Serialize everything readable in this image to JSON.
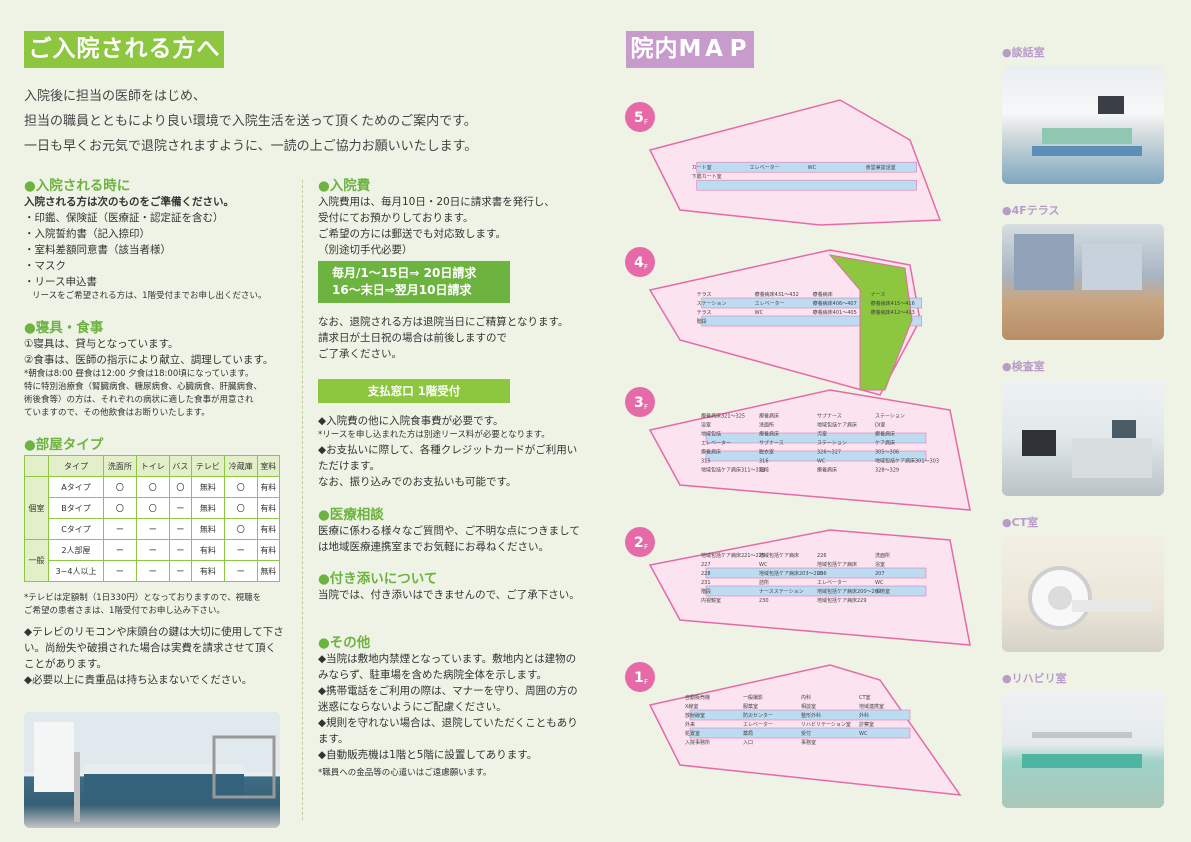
{
  "left_title": [
    "ご",
    "入",
    "院",
    "さ",
    "れ",
    "る",
    "方",
    "へ"
  ],
  "map_title": [
    "院",
    "内",
    "M",
    "A",
    "P"
  ],
  "intro": [
    "入院後に担当の医師をはじめ、",
    "担当の職員とともにより良い環境で入院生活を送って頂くためのご案内です。",
    "一日も早くお元気で退院されますように、一読の上ご協力お願いいたします。"
  ],
  "admission": {
    "heading": "●入院される時に",
    "lead": "入院される方は次のものをご準備ください。",
    "items": [
      "・印鑑、保険証（医療証・認定証を含む）",
      "・入院誓約書（記入捺印）",
      "・室料差額同意書（該当者様）",
      "・マスク",
      "・リース申込書"
    ],
    "note": "リースをご希望される方は、1階受付までお申し出ください。"
  },
  "bedding": {
    "heading": "●寝具・食事",
    "items": [
      "①寝具は、貸与となっています。",
      "②食事は、医師の指示により献立、調理しています。"
    ],
    "note": [
      "*朝食は8:00 昼食は12:00 夕食は18:00頃になっています。",
      "特に特別治療食（腎臓病食、糖尿病食、心臓病食、肝臓病食、",
      "術後食等）の方は、それぞれの病状に適した食事が用意され",
      "ていますので、その他飲食はお断りいたします。"
    ]
  },
  "rooms": {
    "heading": "●部屋タイプ",
    "columns": [
      "タイプ",
      "洗面所",
      "トイレ",
      "バス",
      "テレビ",
      "冷蔵庫",
      "室料"
    ],
    "groups": [
      {
        "label": "個室",
        "rows": [
          [
            "Aタイプ",
            "〇",
            "〇",
            "〇",
            "無料",
            "〇",
            "有料"
          ],
          [
            "Bタイプ",
            "〇",
            "〇",
            "ー",
            "無料",
            "〇",
            "有料"
          ],
          [
            "Cタイプ",
            "ー",
            "ー",
            "ー",
            "無料",
            "〇",
            "有料"
          ]
        ]
      },
      {
        "label": "一般",
        "rows": [
          [
            "2人部屋",
            "ー",
            "ー",
            "ー",
            "有料",
            "ー",
            "有料"
          ],
          [
            "3~4人以上",
            "ー",
            "ー",
            "ー",
            "有料",
            "ー",
            "無料"
          ]
        ]
      }
    ],
    "note": [
      "*テレビは定額制（1日330円）となっておりますので、視聴を",
      "ご希望の患者さまは、1階受付でお申し込み下さい。"
    ],
    "bullets": [
      "◆テレビのリモコンや床頭台の鍵は大切に使用して下さい。尚紛失や破損された場合は実費を請求させて頂くことがあります。",
      "◆必要以上に貴重品は持ち込まないでください。"
    ]
  },
  "fees": {
    "heading": "●入院費",
    "lines": [
      "入院費用は、毎月10日・20日に請求書を発行し、",
      "受付にてお預かりしております。",
      "ご希望の方には郵送でも対応致します。",
      "（別途切手代必要）"
    ],
    "pill": [
      "毎月/1～15日⇒ 20日請求",
      "16～末日⇒翌月10日請求"
    ],
    "after": [
      "なお、退院される方は退院当日にご精算となります。",
      "請求日が土日祝の場合は前後しますので",
      "ご了承ください。"
    ],
    "window": "支払窓口 1階受付",
    "bullets": [
      "◆入院費の他に入院食事費が必要です。",
      "*リースを申し込まれた方は別途リース料が必要となります。",
      "◆お支払いに際して、各種クレジットカードがご利用いただけます。",
      "なお、振り込みでのお支払いも可能です。"
    ]
  },
  "consult": {
    "heading": "●医療相談",
    "text": "医療に係わる様々なご質問や、ご不明な点につきましては地域医療連携室までお気軽にお尋ねください。"
  },
  "attendant": {
    "heading": "●付き添いについて",
    "text": "当院では、付き添いはできませんので、ご了承下さい。"
  },
  "other": {
    "heading": "●その他",
    "bullets": [
      "◆当院は敷地内禁煙となっています。敷地内とは建物のみならず、駐車場を含めた病院全体を示します。",
      "◆携帯電話をご利用の際は、マナーを守り、周囲の方の迷惑にならないようにご配慮ください。",
      "◆規則を守れない場合は、退院していただくこともあります。",
      "◆自動販売機は1階と5階に設置してあります。"
    ],
    "note": "*職員への金品等の心遣いはご遠慮願います。"
  },
  "floors": [
    {
      "num": "5",
      "unit": "F",
      "labels": [
        "カート室",
        "エレベーター",
        "WC",
        "食堂兼談話室",
        "下膳カート室"
      ]
    },
    {
      "num": "4",
      "unit": "F",
      "labels": [
        "テラス",
        "療養病床431～432",
        "療養病床",
        "ナース",
        "ステーション",
        "エレベーター",
        "療養病床406～407",
        "療養病床415～416",
        "テラス",
        "WC",
        "療養病床401～405",
        "療養病床412～413",
        "階段"
      ]
    },
    {
      "num": "3",
      "unit": "F",
      "labels": [
        "療養病床321～325",
        "療養病床",
        "サブナース",
        "ステーション",
        "浴室",
        "洗面所",
        "地域包括ケア病床",
        "DI室",
        "地域包括",
        "療養病床",
        "汚室",
        "療養病床",
        "エレベーター",
        "サブナース",
        "ステーション",
        "ケア病床",
        "療養病床",
        "脱衣室",
        "326～327",
        "305～306",
        "315",
        "316",
        "WC",
        "地域包括ケア病床301～303",
        "地域包括ケア病床311～313",
        "階段",
        "療養病床",
        "328～329"
      ]
    },
    {
      "num": "2",
      "unit": "F",
      "labels": [
        "地域包括ケア病床221～225",
        "地域包括ケア病床",
        "226",
        "洗面所",
        "227",
        "WC",
        "地域包括ケア病床",
        "浴室",
        "228",
        "地域包括ケア病床203～205",
        "206",
        "207",
        "231",
        "詰所",
        "エレベーター",
        "WC",
        "階段",
        "ナースステーション",
        "地域包括ケア病床200～202",
        "手術室",
        "内視鏡室",
        "230",
        "地域包括ケア病床229"
      ]
    },
    {
      "num": "1",
      "unit": "F",
      "labels": [
        "自動販売機",
        "一般撮影",
        "内科",
        "CT室",
        "X線室",
        "服薬室",
        "相談室",
        "地域連携室",
        "放射線室",
        "防災センター",
        "整形外科",
        "外科",
        "外来",
        "エレベーター",
        "リハビリテーション室",
        "診察室",
        "処置室",
        "薬局",
        "受付",
        "WC",
        "入院事務所",
        "入口",
        "事務室"
      ]
    }
  ],
  "photos": [
    "●談話室",
    "●4Fテラス",
    "●検査室",
    "●CT室",
    "●リハビリ室"
  ],
  "colors": {
    "green": "#8dc63f",
    "pink": "#e66aa8",
    "purple": "#c79ccd",
    "bg": "#eef3e6"
  }
}
